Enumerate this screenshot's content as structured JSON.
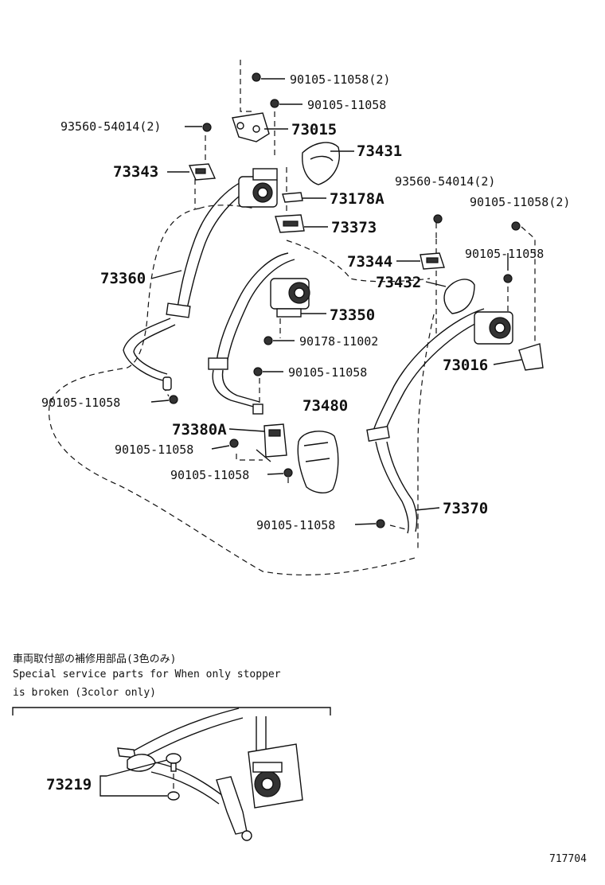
{
  "labels": {
    "p_90105_11058_2_top": "90105-11058(2)",
    "p_90105_11058_a": "90105-11058",
    "p_93560_54014_2_left": "93560-54014(2)",
    "p_73015": "73015",
    "p_73431": "73431",
    "p_73343": "73343",
    "p_73178A": "73178A",
    "p_93560_54014_2_right": "93560-54014(2)",
    "p_90105_11058_2_right": "90105-11058(2)",
    "p_73373": "73373",
    "p_73344": "73344",
    "p_90105_11058_b": "90105-11058",
    "p_73360": "73360",
    "p_73432": "73432",
    "p_73350": "73350",
    "p_90178_11002": "90178-11002",
    "p_73016": "73016",
    "p_90105_11058_c": "90105-11058",
    "p_90105_11058_d": "90105-11058",
    "p_73480": "73480",
    "p_73380A": "73380A",
    "p_90105_11058_e": "90105-11058",
    "p_90105_11058_f": "90105-11058",
    "p_73370": "73370",
    "p_90105_11058_g": "90105-11058",
    "p_73219": "73219"
  },
  "note": {
    "line1": "車両取付部の補修用部品(3色のみ)",
    "line2": "Special  service  parts  for  When  only  stopper",
    "line3": "is  broken  (3color  only)"
  },
  "diagram_id": "717704"
}
